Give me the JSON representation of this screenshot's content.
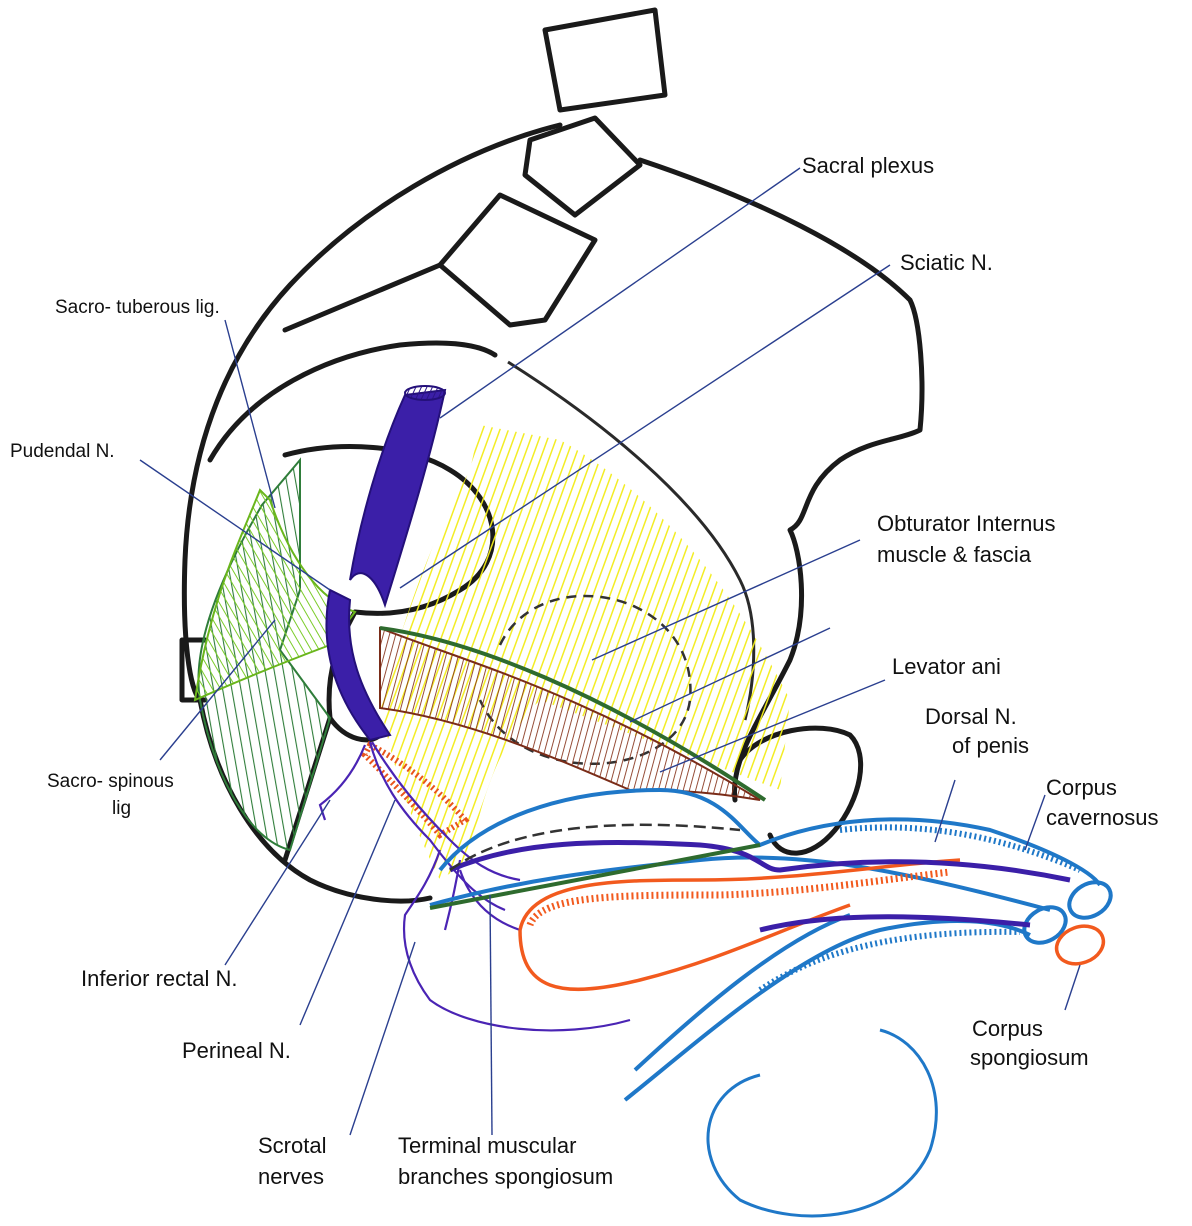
{
  "labels": {
    "sacral_plexus": "Sacral plexus",
    "sciatic_n": "Sciatic N.",
    "sacrotuberous_lig": "Sacro- tuberous lig.",
    "pudendal_n": "Pudendal N.",
    "obturator_line1": "Obturator Internus",
    "obturator_line2": "muscle & fascia",
    "levator_ani": "Levator ani",
    "dorsal_line1": "Dorsal N.",
    "dorsal_line2": "of penis",
    "cavernosus_line1": "Corpus",
    "cavernosus_line2": "cavernosus",
    "sacrospinous_line1": "Sacro- spinous",
    "sacrospinous_line2": "lig",
    "inferior_rectal_n": "Inferior rectal N.",
    "perineal_n": "Perineal N.",
    "spongiosum_line1": "Corpus",
    "spongiosum_line2": "spongiosum",
    "scrotal_line1": "Scrotal",
    "scrotal_line2": "nerves",
    "terminal_line1": "Terminal muscular",
    "terminal_line2": "branches spongiosum"
  },
  "colors": {
    "bone": "#1a1a1a",
    "nerve": "#3b1fa8",
    "sacrotuberous": "#2f7d3a",
    "sacrospinous": "#7ccc2a",
    "obturator": "#f2ec1a",
    "levator": "#8a3a22",
    "penile_blue": "#1f78c8",
    "spongiosum": "#f25a1e",
    "leader": "#2a3f8f"
  }
}
